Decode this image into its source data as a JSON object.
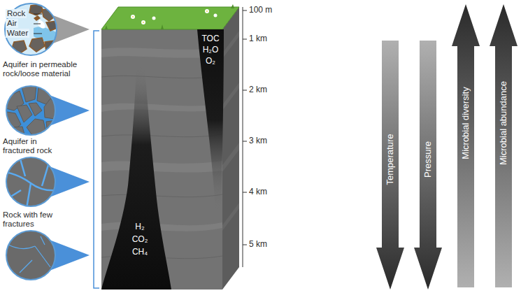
{
  "diagram": {
    "nodes": [
      {
        "text": [
          "TOC",
          "H₂O",
          "O₂"
        ]
      },
      {
        "text": [
          "H₂",
          "CO₂",
          "CH₄"
        ]
      },
      {
        "text": [
          "Temperature"
        ]
      },
      {
        "text": [
          "Pressure"
        ]
      },
      {
        "text": [
          "Microbial diversity"
        ]
      },
      {
        "text": [
          "Microbial abundance"
        ]
      }
    ],
    "labels": [
      "Rock",
      "Air",
      "Water",
      "Aquifer in permeable rock/loose material",
      "Aquifer in fractured rock",
      "Rock with few fractures",
      "100 m",
      "1 km",
      "2 km",
      "3 km",
      "4 km",
      "5 km"
    ]
  }
}
